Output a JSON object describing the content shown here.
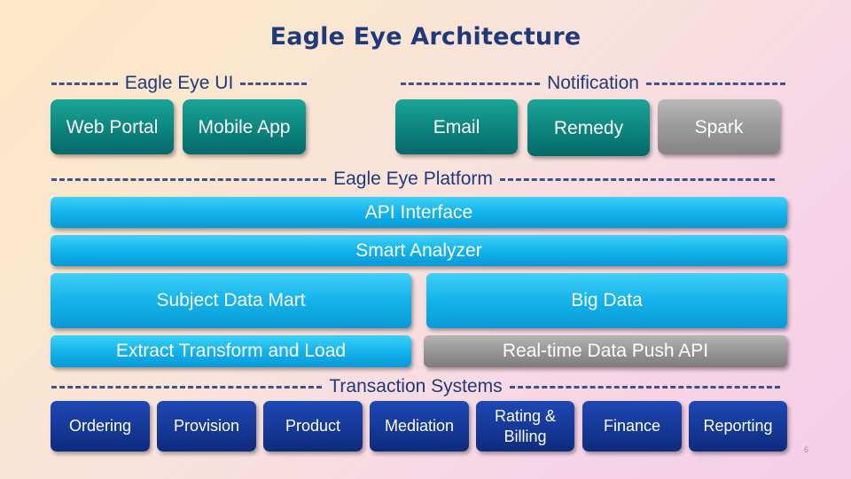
{
  "title": "Eagle Eye Architecture",
  "sections": {
    "ui": "Eagle Eye UI",
    "notification": "Notification",
    "platform": "Eagle Eye Platform",
    "transaction": "Transaction Systems"
  },
  "ui_boxes": [
    "Web Portal",
    "Mobile App"
  ],
  "notification_boxes": [
    "Email",
    "Remedy",
    "Spark"
  ],
  "platform_layers": {
    "api": "API Interface",
    "analyzer": "Smart Analyzer",
    "data_mart": "Subject Data Mart",
    "big_data": "Big Data",
    "etl": "Extract Transform and Load",
    "push_api": "Real-time Data Push API"
  },
  "transaction_boxes": [
    "Ordering",
    "Provision",
    "Product",
    "Mediation",
    "Rating & Billing",
    "Finance",
    "Reporting"
  ],
  "page_number": "6",
  "colors": {
    "title": "#1f3a7a",
    "teal": "#0e8a82",
    "cyan": "#14b3eb",
    "navy": "#163a9a",
    "gray": "#969696"
  }
}
